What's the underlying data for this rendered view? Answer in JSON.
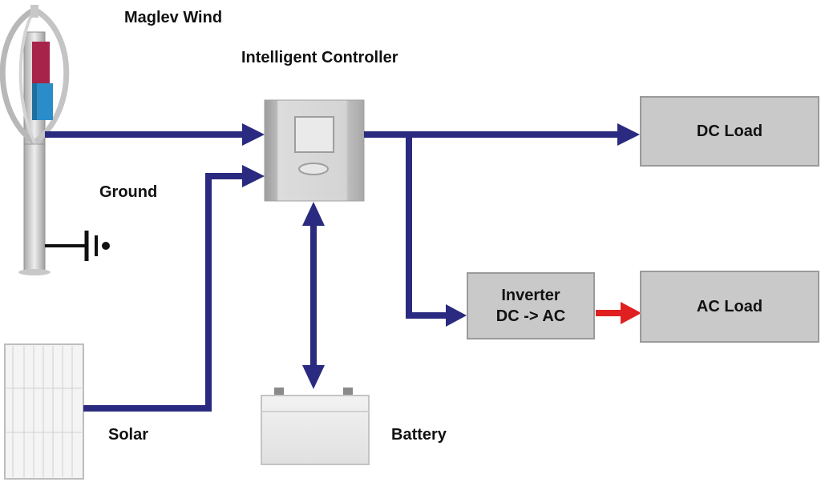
{
  "labels": {
    "maglev_wind": "Maglev Wind",
    "controller": "Intelligent Controller",
    "ground": "Ground",
    "solar": "Solar",
    "battery": "Battery"
  },
  "boxes": {
    "dc_load": "DC Load",
    "ac_load": "AC Load",
    "inverter_line1": "Inverter",
    "inverter_line2": "DC -> AC"
  },
  "colors": {
    "dc_line": "#2a2a80",
    "ac_line": "#e02020",
    "box_fill": "#c9c9c9"
  }
}
